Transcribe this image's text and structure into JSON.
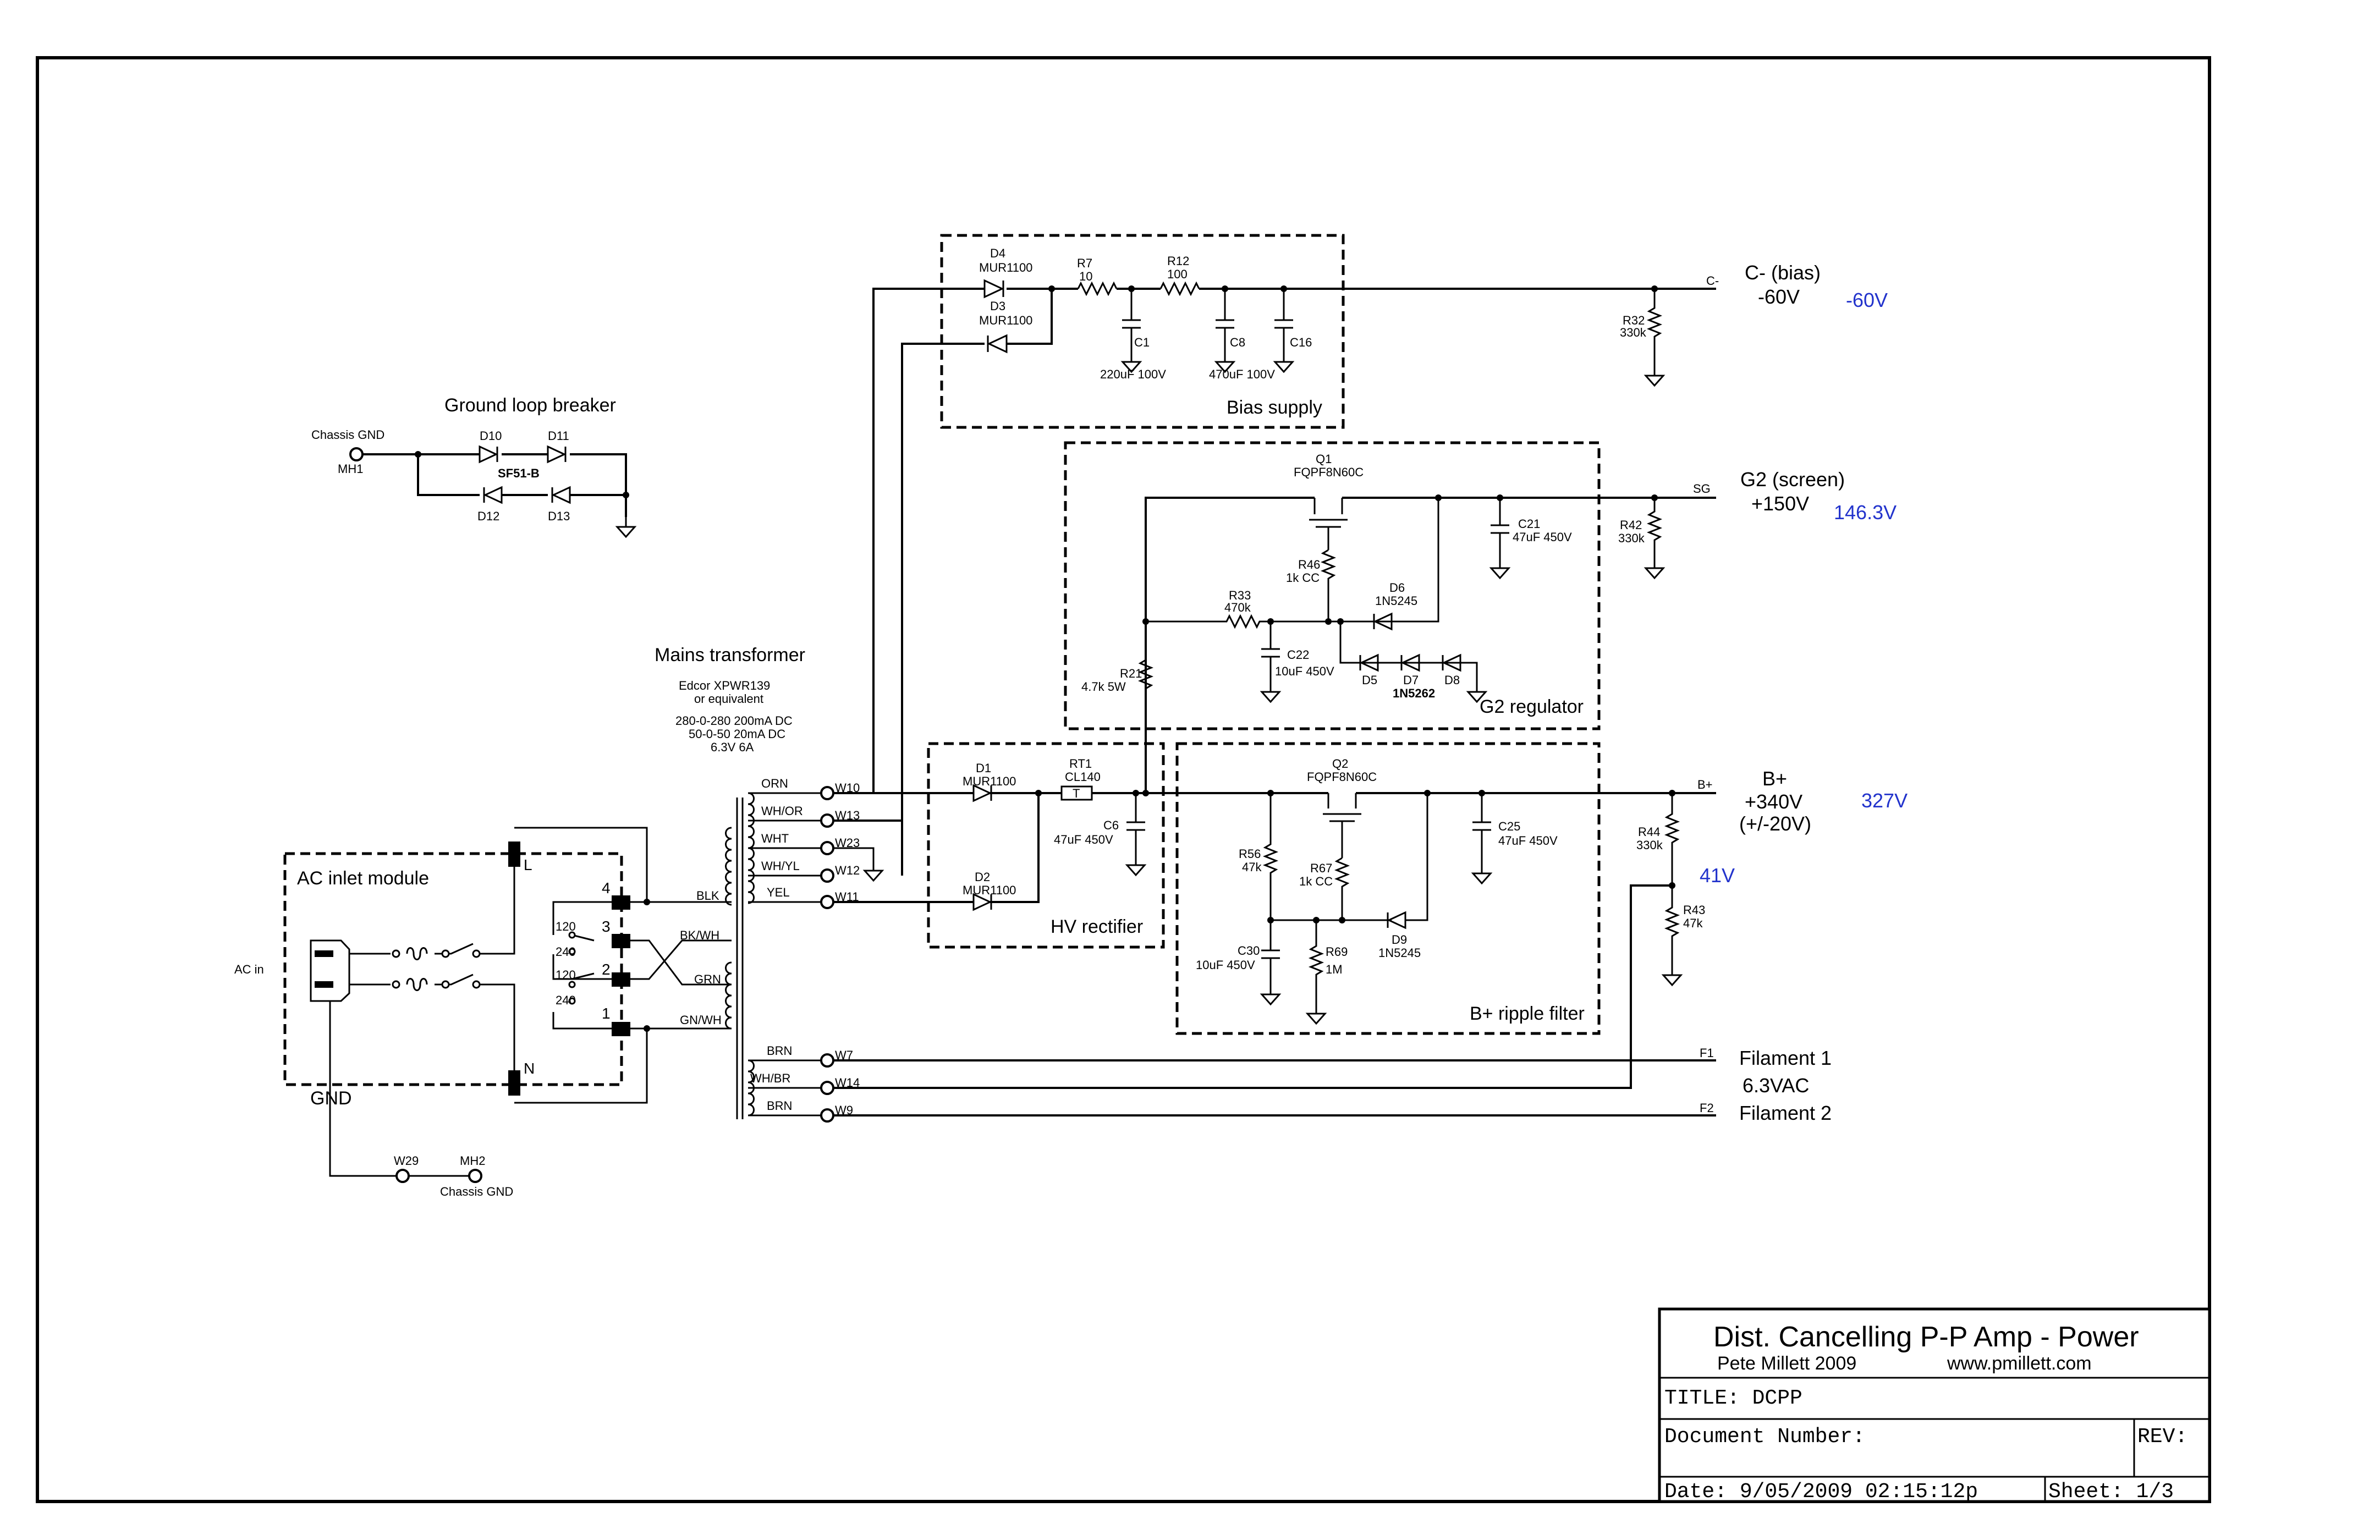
{
  "schematic": {
    "bias_box": {
      "label": "Bias supply",
      "d4": {
        "ref": "D4",
        "part": "MUR1100"
      },
      "d3": {
        "ref": "D3",
        "part": "MUR1100"
      },
      "r7": {
        "ref": "R7",
        "value": "10"
      },
      "r12": {
        "ref": "R12",
        "value": "100"
      },
      "c1": {
        "ref": "C1",
        "value": "220uF 100V"
      },
      "c8": {
        "ref": "C8",
        "value": "470uF 100V"
      },
      "c16": {
        "ref": "C16"
      }
    },
    "bias_out": {
      "net": "C-",
      "name": "C- (bias)",
      "nominal": "-60V",
      "measured": "-60V",
      "r32": {
        "ref": "R32",
        "value": "330k"
      }
    },
    "g2_box": {
      "label": "G2 regulator",
      "q1": {
        "ref": "Q1",
        "part": "FQPF8N60C"
      },
      "r46": {
        "ref": "R46",
        "value": "1k CC"
      },
      "r33": {
        "ref": "R33",
        "value": "470k"
      },
      "r21": {
        "ref": "R21",
        "value": "4.7k 5W"
      },
      "c22": {
        "ref": "C22",
        "value": "10uF 450V"
      },
      "c21": {
        "ref": "C21",
        "value": "47uF 450V"
      },
      "d6": {
        "ref": "D6",
        "part": "1N5245"
      },
      "d5": {
        "ref": "D5"
      },
      "d7": {
        "ref": "D7"
      },
      "d8": {
        "ref": "D8"
      },
      "zener_part": "1N5262"
    },
    "g2_out": {
      "net": "SG",
      "name": "G2 (screen)",
      "nominal": "+150V",
      "measured": "146.3V",
      "r42": {
        "ref": "R42",
        "value": "330k"
      }
    },
    "hv_box": {
      "label": "HV rectifier",
      "d1": {
        "ref": "D1",
        "part": "MUR1100"
      },
      "d2": {
        "ref": "D2",
        "part": "MUR1100"
      },
      "rt1": {
        "ref": "RT1",
        "part": "CL140",
        "symbol": "T"
      },
      "c6": {
        "ref": "C6",
        "value": "47uF 450V"
      }
    },
    "ripple_box": {
      "label": "B+ ripple filter",
      "q2": {
        "ref": "Q2",
        "part": "FQPF8N60C"
      },
      "r56": {
        "ref": "R56",
        "value": "47k"
      },
      "r67": {
        "ref": "R67",
        "value": "1k CC"
      },
      "r69": {
        "ref": "R69",
        "value": "1M"
      },
      "c30": {
        "ref": "C30",
        "value": "10uF 450V"
      },
      "c25": {
        "ref": "C25",
        "value": "47uF 450V"
      },
      "d9": {
        "ref": "D9",
        "part": "1N5245"
      }
    },
    "bplus_out": {
      "net": "B+",
      "name": "B+",
      "nominal": "+340V",
      "tolerance": "(+/-20V)",
      "measured": "327V",
      "divider_measured": "41V",
      "r44": {
        "ref": "R44",
        "value": "330k"
      },
      "r43": {
        "ref": "R43",
        "value": "47k"
      }
    },
    "filament": {
      "f1_net": "F1",
      "f1_label": "Filament 1",
      "voltage": "6.3VAC",
      "f2_net": "F2",
      "f2_label": "Filament 2"
    },
    "ground_loop": {
      "title": "Ground loop breaker",
      "chassis": "Chassis GND",
      "mh1": "MH1",
      "part": "SF51-B",
      "d10": "D10",
      "d11": "D11",
      "d12": "D12",
      "d13": "D13"
    },
    "transformer": {
      "title": "Mains transformer",
      "line1": "Edcor XPWR139",
      "line2": "or equivalent",
      "spec1": "280-0-280 200mA DC",
      "spec2": "50-0-50 20mA DC",
      "spec3": "6.3V 6A",
      "secondaries": [
        {
          "wire": "ORN",
          "pad": "W10"
        },
        {
          "wire": "WH/OR",
          "pad": "W13"
        },
        {
          "wire": "WHT",
          "pad": "W23"
        },
        {
          "wire": "WH/YL",
          "pad": "W12"
        },
        {
          "wire": "YEL",
          "pad": "W11"
        }
      ],
      "filaments": [
        {
          "wire": "BRN",
          "pad": "W7"
        },
        {
          "wire": "WH/BR",
          "pad": "W14"
        },
        {
          "wire": "BRN",
          "pad": "W9"
        }
      ],
      "primaries": {
        "blk": "BLK",
        "bkwh": "BK/WH",
        "grn": "GRN",
        "gnwh": "GN/WH"
      }
    },
    "ac_inlet": {
      "title": "AC inlet module",
      "ac_in": "AC in",
      "l": "L",
      "n": "N",
      "gnd": "GND",
      "pins": [
        "4",
        "3",
        "2",
        "1"
      ],
      "v120": "120",
      "v240": "240",
      "w29": "W29",
      "mh2": "MH2",
      "chassis": "Chassis GND"
    }
  },
  "title_block": {
    "title": "Dist. Cancelling P-P Amp - Power",
    "author": "Pete Millett 2009",
    "url": "www.pmillett.com",
    "title_field": "TITLE:  DCPP",
    "doc_number": "Document Number:",
    "rev": "REV:",
    "date": "Date:  9/05/2009 02:15:12p",
    "sheet": "Sheet: 1/3"
  }
}
